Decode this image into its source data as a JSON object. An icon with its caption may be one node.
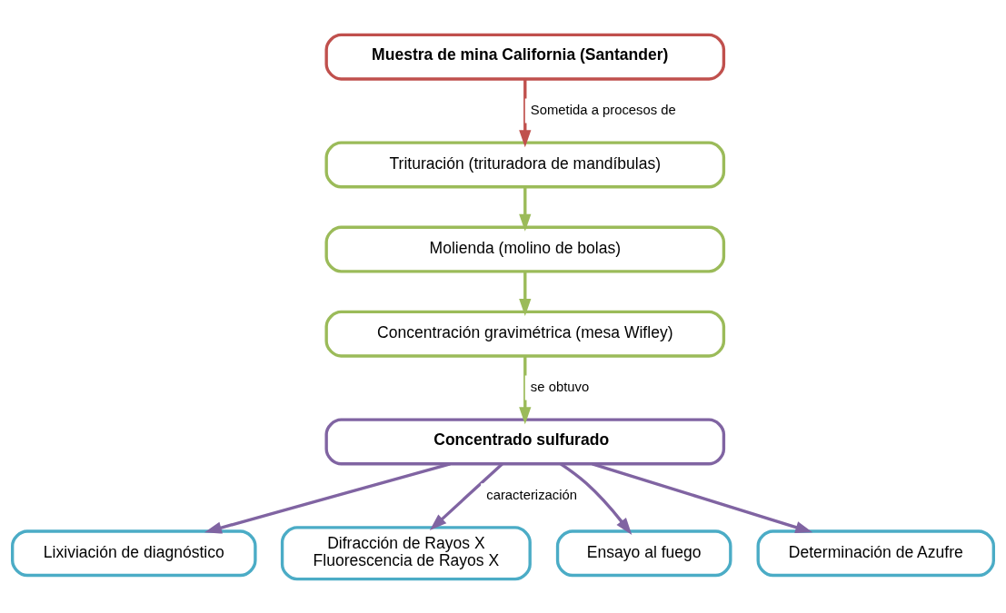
{
  "diagram": {
    "nodes": [
      {
        "text": [
          "Muestra de mina California (Santander)"
        ]
      },
      {
        "text": [
          "Trituración (trituradora de mandíbulas)"
        ]
      },
      {
        "text": [
          "Molienda (molino de bolas)"
        ]
      },
      {
        "text": [
          "Concentración gravimétrica (mesa Wifley)"
        ]
      },
      {
        "text": [
          "Concentrado sulfurado"
        ]
      },
      {
        "text": [
          "Lixiviación de diagnóstico"
        ]
      },
      {
        "text": [
          "Difracción de Rayos X",
          "Fluorescencia de Rayos X"
        ]
      },
      {
        "text": [
          "Ensayo al fuego"
        ]
      },
      {
        "text": [
          "Determinación de Azufre"
        ]
      }
    ],
    "edges": [
      {
        "from": 0,
        "to": 1,
        "arrow": "to",
        "label": "Sometida a procesos de",
        "color": "#c0504d"
      },
      {
        "from": 1,
        "to": 2,
        "arrow": "to",
        "color": "#9bbb59"
      },
      {
        "from": 2,
        "to": 3,
        "arrow": "to",
        "color": "#9bbb59"
      },
      {
        "from": 3,
        "to": 4,
        "arrow": "to",
        "label": "se obtuvo",
        "color": "#9bbb59"
      },
      {
        "from": 4,
        "to": 5,
        "arrow": "to"
      },
      {
        "from": 4,
        "to": 6,
        "arrow": "to",
        "label": "caracterización"
      },
      {
        "from": 4,
        "to": 7,
        "arrow": "to"
      },
      {
        "from": 4,
        "to": 8,
        "arrow": "to"
      }
    ]
  }
}
